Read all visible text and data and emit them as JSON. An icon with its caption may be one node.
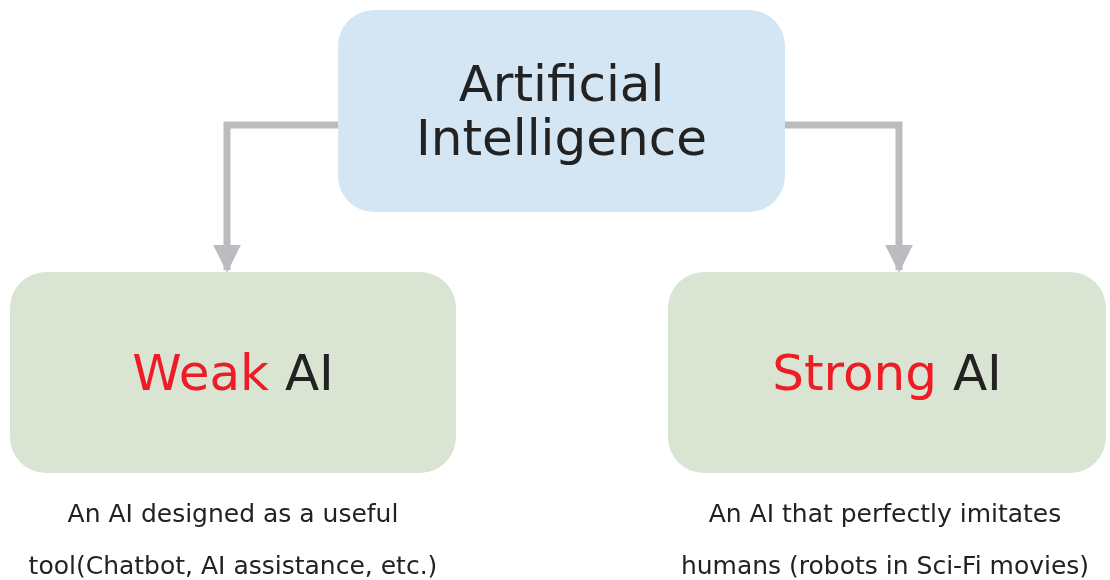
{
  "diagram": {
    "nodes": [
      {
        "text": [
          "Artificial Intelligence"
        ]
      },
      {
        "text": [
          "**Weak** AI"
        ],
        "beside": [
          "An AI designed as a useful tool(Chatbot, AI assistance, etc.)"
        ]
      },
      {
        "text": [
          "**Strong** AI"
        ],
        "beside": [
          "An AI that perfectly imitates humans (robots in Sci-Fi movies)"
        ]
      }
    ],
    "edges": [
      {
        "from": 0,
        "to": 1,
        "arrow": "to"
      },
      {
        "from": 0,
        "to": 2,
        "arrow": "to"
      }
    ]
  }
}
